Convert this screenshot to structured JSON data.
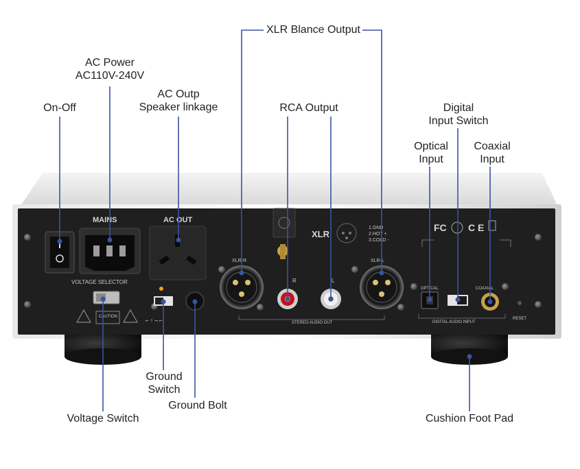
{
  "callouts": {
    "xlr_output": "XLR Blance Output",
    "ac_power_line1": "AC Power",
    "ac_power_line2": "AC110V-240V",
    "ac_outp_line1": "AC Outp",
    "ac_outp_line2": "Speaker linkage",
    "on_off": "On-Off",
    "rca_output": "RCA Output",
    "digital_input_switch_line1": "Digital",
    "digital_input_switch_line2": "Input Switch",
    "optical_input_line1": "Optical",
    "optical_input_line2": "Input",
    "coaxial_input_line1": "Coaxial",
    "coaxial_input_line2": "Input",
    "ground_switch_line1": "Ground",
    "ground_switch_line2": "Switch",
    "ground_bolt": "Ground Bolt",
    "voltage_switch": "Voltage Switch",
    "cushion_foot_pad": "Cushion Foot Pad"
  },
  "panel": {
    "mains": "MAINS",
    "ac_out": "AC OUT",
    "voltage_selector": "VOLTAGE SELECTOR",
    "caution": "CAUTION",
    "xlr_r": "XLR-R",
    "xlr_l": "XLR-L",
    "xlr": "XLR",
    "pin1": "1.GND",
    "pin2": "2.HOT +",
    "pin3": "3.COLD -",
    "rca_r": "R",
    "rca_l": "L",
    "stereo_audio_out": "STEREO AUDIO OUT",
    "optical": "OPTICAL",
    "coaxial": "COAXIAL",
    "digital_audio_input": "DIGITAL AUDIO INPUT",
    "reset": "RESET",
    "cert_fc": "FC",
    "cert_ce": "C E"
  },
  "colors": {
    "callout_line": "#3a53a4",
    "panel": "#1f1f1f",
    "chassis": "#e4e4e4"
  }
}
